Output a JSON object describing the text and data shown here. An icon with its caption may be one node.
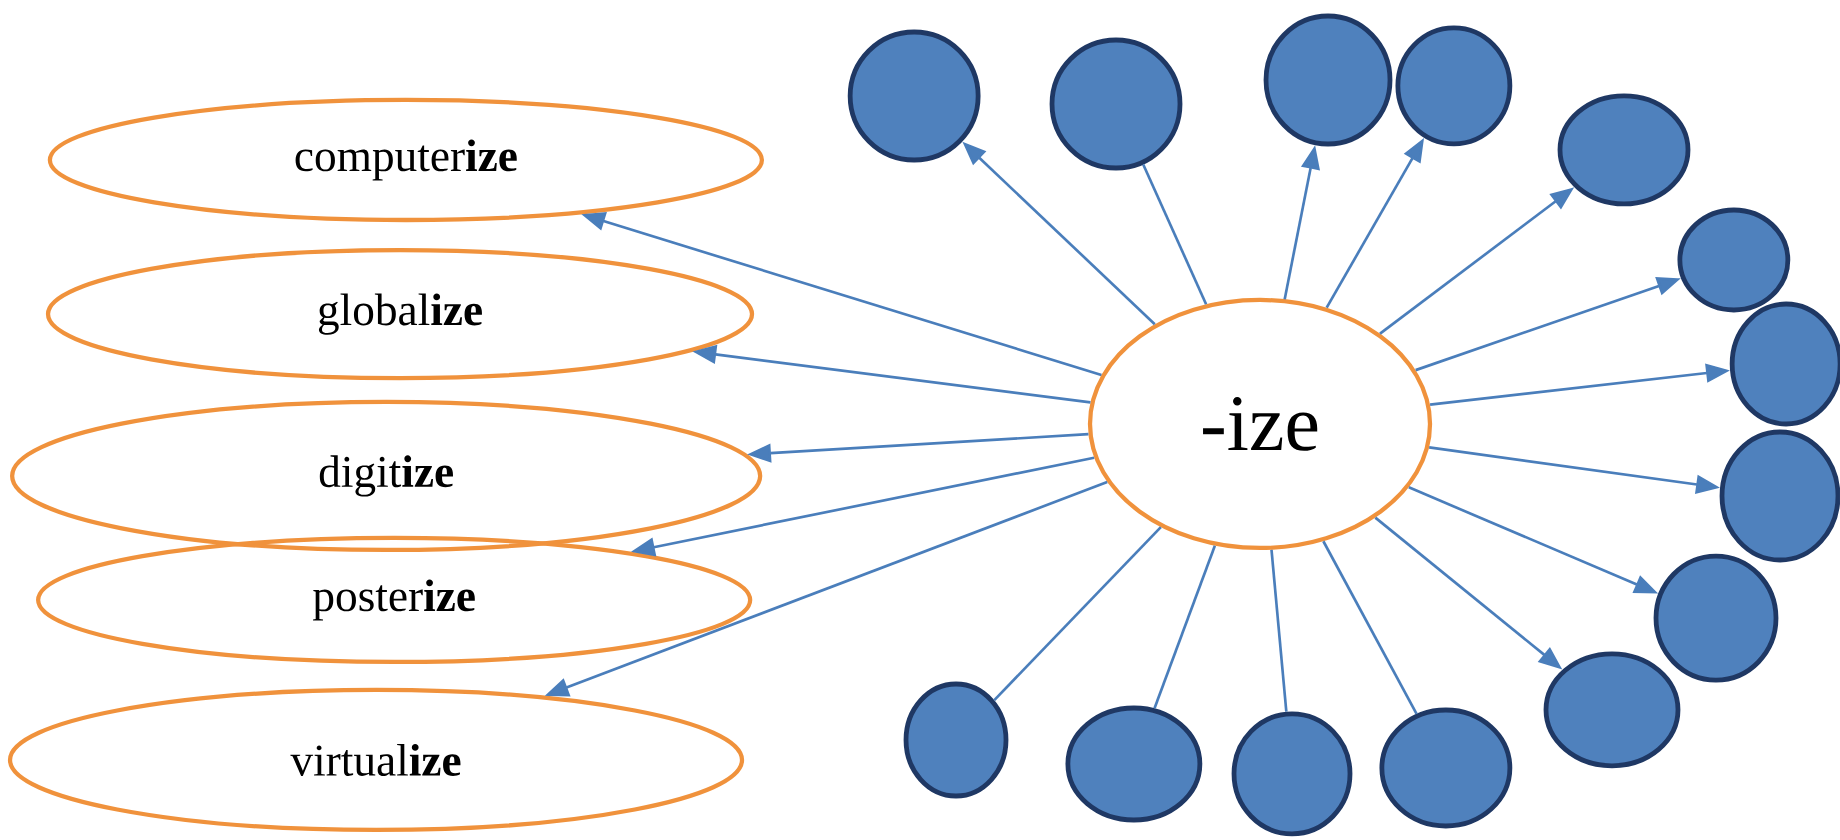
{
  "diagram": {
    "nodes": [
      {
        "text": [
          "-ize"
        ]
      },
      {
        "text": [
          "computer**ize**"
        ]
      },
      {
        "text": [
          "global**ize**"
        ]
      },
      {
        "text": [
          "digit**ize**"
        ]
      },
      {
        "text": [
          "poster**ize**"
        ]
      },
      {
        "text": [
          "virtual**ize**"
        ]
      },
      {
        "text": [],
        "shape": "circle"
      },
      {
        "text": [],
        "shape": "circle"
      },
      {
        "text": [],
        "shape": "circle"
      },
      {
        "text": [],
        "shape": "circle"
      },
      {
        "text": [],
        "shape": "circle"
      },
      {
        "text": [],
        "shape": "circle"
      },
      {
        "text": [],
        "shape": "circle"
      },
      {
        "text": [],
        "shape": "circle"
      },
      {
        "text": [],
        "shape": "circle"
      },
      {
        "text": [],
        "shape": "circle"
      },
      {
        "text": [],
        "shape": "circle"
      },
      {
        "text": [],
        "shape": "circle"
      },
      {
        "text": [],
        "shape": "circle"
      },
      {
        "text": [],
        "shape": "circle"
      }
    ],
    "edges": [
      {
        "from": 0,
        "to": 1,
        "arrow": "to"
      },
      {
        "from": 0,
        "to": 2,
        "arrow": "to"
      },
      {
        "from": 0,
        "to": 3,
        "arrow": "to"
      },
      {
        "from": 0,
        "to": 4,
        "arrow": "to"
      },
      {
        "from": 0,
        "to": 5,
        "arrow": "to"
      },
      {
        "from": 0,
        "to": 6,
        "arrow": "to"
      },
      {
        "from": 0,
        "to": 7,
        "arrow": "none"
      },
      {
        "from": 0,
        "to": 8,
        "arrow": "to"
      },
      {
        "from": 0,
        "to": 9,
        "arrow": "to"
      },
      {
        "from": 0,
        "to": 10,
        "arrow": "to"
      },
      {
        "from": 0,
        "to": 11,
        "arrow": "to"
      },
      {
        "from": 0,
        "to": 12,
        "arrow": "to"
      },
      {
        "from": 0,
        "to": 13,
        "arrow": "to"
      },
      {
        "from": 0,
        "to": 14,
        "arrow": "to"
      },
      {
        "from": 0,
        "to": 15,
        "arrow": "to"
      },
      {
        "from": 0,
        "to": 16,
        "arrow": "none"
      },
      {
        "from": 0,
        "to": 17,
        "arrow": "none"
      },
      {
        "from": 0,
        "to": 18,
        "arrow": "none"
      },
      {
        "from": 0,
        "to": 19,
        "arrow": "none"
      }
    ]
  }
}
